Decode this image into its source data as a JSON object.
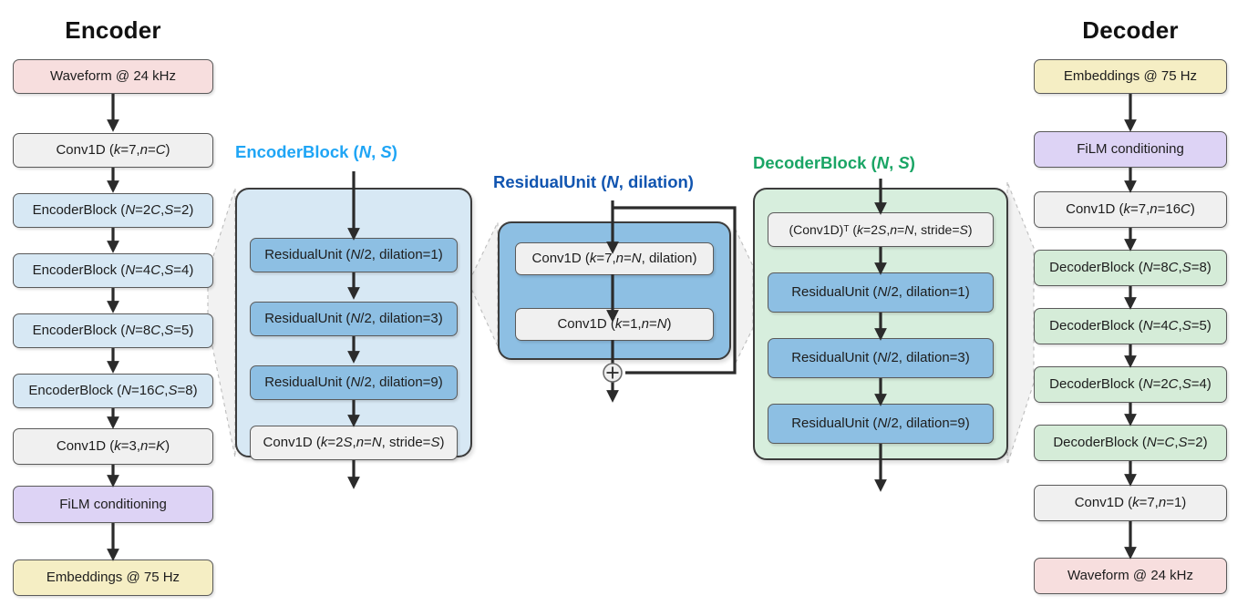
{
  "encoder": {
    "title": "Encoder",
    "nodes": [
      {
        "label": "Waveform @ 24 kHz",
        "color": "#f7dede",
        "kind": "io"
      },
      {
        "label": "Conv1D (k=7, n=C)",
        "color": "#f0f0f0",
        "kind": "conv"
      },
      {
        "label": "EncoderBlock (N=2C, S=2)",
        "color": "#d7e8f4",
        "kind": "encoder-block"
      },
      {
        "label": "EncoderBlock (N=4C, S=4)",
        "color": "#d7e8f4",
        "kind": "encoder-block"
      },
      {
        "label": "EncoderBlock (N=8C, S=5)",
        "color": "#d7e8f4",
        "kind": "encoder-block"
      },
      {
        "label": "EncoderBlock (N=16C, S=8)",
        "color": "#d7e8f4",
        "kind": "encoder-block"
      },
      {
        "label": "Conv1D (k=3, n=K)",
        "color": "#f0f0f0",
        "kind": "conv"
      },
      {
        "label": "FiLM conditioning",
        "color": "#ddd3f5",
        "kind": "film"
      },
      {
        "label": "Embeddings @ 75 Hz",
        "color": "#f5eec4",
        "kind": "io"
      }
    ]
  },
  "encoder_block": {
    "label": "EncoderBlock (N, S)",
    "label_color": "#1fa5f5",
    "panel_color": "#d7e8f4",
    "nodes": [
      {
        "label": "ResidualUnit (N/2, dilation=1)",
        "color": "#8dbfe3"
      },
      {
        "label": "ResidualUnit (N/2, dilation=3)",
        "color": "#8dbfe3"
      },
      {
        "label": "ResidualUnit (N/2, dilation=9)",
        "color": "#8dbfe3"
      },
      {
        "label": "Conv1D (k=2S, n=N, stride=S)",
        "color": "#f0f0f0"
      }
    ]
  },
  "residual_unit": {
    "label": "ResidualUnit (N, dilation)",
    "label_color": "#1155b0",
    "panel_color": "#8dbfe3",
    "nodes": [
      {
        "label": "Conv1D (k=7, n=N, dilation)",
        "color": "#f0f0f0"
      },
      {
        "label": "Conv1D (k=1, n=N)",
        "color": "#f0f0f0"
      }
    ],
    "sum_symbol": "+"
  },
  "decoder_block": {
    "label": "DecoderBlock (N, S)",
    "label_color": "#1aa565",
    "panel_color": "#d7eedd",
    "nodes": [
      {
        "label": "(Conv1D)T (k=2S, n=N, stride=S)",
        "color": "#f0f0f0"
      },
      {
        "label": "ResidualUnit (N/2, dilation=1)",
        "color": "#8dbfe3"
      },
      {
        "label": "ResidualUnit (N/2, dilation=3)",
        "color": "#8dbfe3"
      },
      {
        "label": "ResidualUnit (N/2, dilation=9)",
        "color": "#8dbfe3"
      }
    ]
  },
  "decoder": {
    "title": "Decoder",
    "nodes": [
      {
        "label": "Embeddings @ 75 Hz",
        "color": "#f5eec4",
        "kind": "io"
      },
      {
        "label": "FiLM conditioning",
        "color": "#ddd3f5",
        "kind": "film"
      },
      {
        "label": "Conv1D (k=7, n=16C)",
        "color": "#f0f0f0",
        "kind": "conv"
      },
      {
        "label": "DecoderBlock (N=8C, S=8)",
        "color": "#d5ecd8",
        "kind": "decoder-block"
      },
      {
        "label": "DecoderBlock (N=4C, S=5)",
        "color": "#d5ecd8",
        "kind": "decoder-block"
      },
      {
        "label": "DecoderBlock (N=2C, S=4)",
        "color": "#d5ecd8",
        "kind": "decoder-block"
      },
      {
        "label": "DecoderBlock (N=C, S=2)",
        "color": "#d5ecd8",
        "kind": "decoder-block"
      },
      {
        "label": "Conv1D (k=7, n=1)",
        "color": "#f0f0f0",
        "kind": "conv"
      },
      {
        "label": "Waveform @ 24 kHz",
        "color": "#f7dede",
        "kind": "io"
      }
    ]
  }
}
